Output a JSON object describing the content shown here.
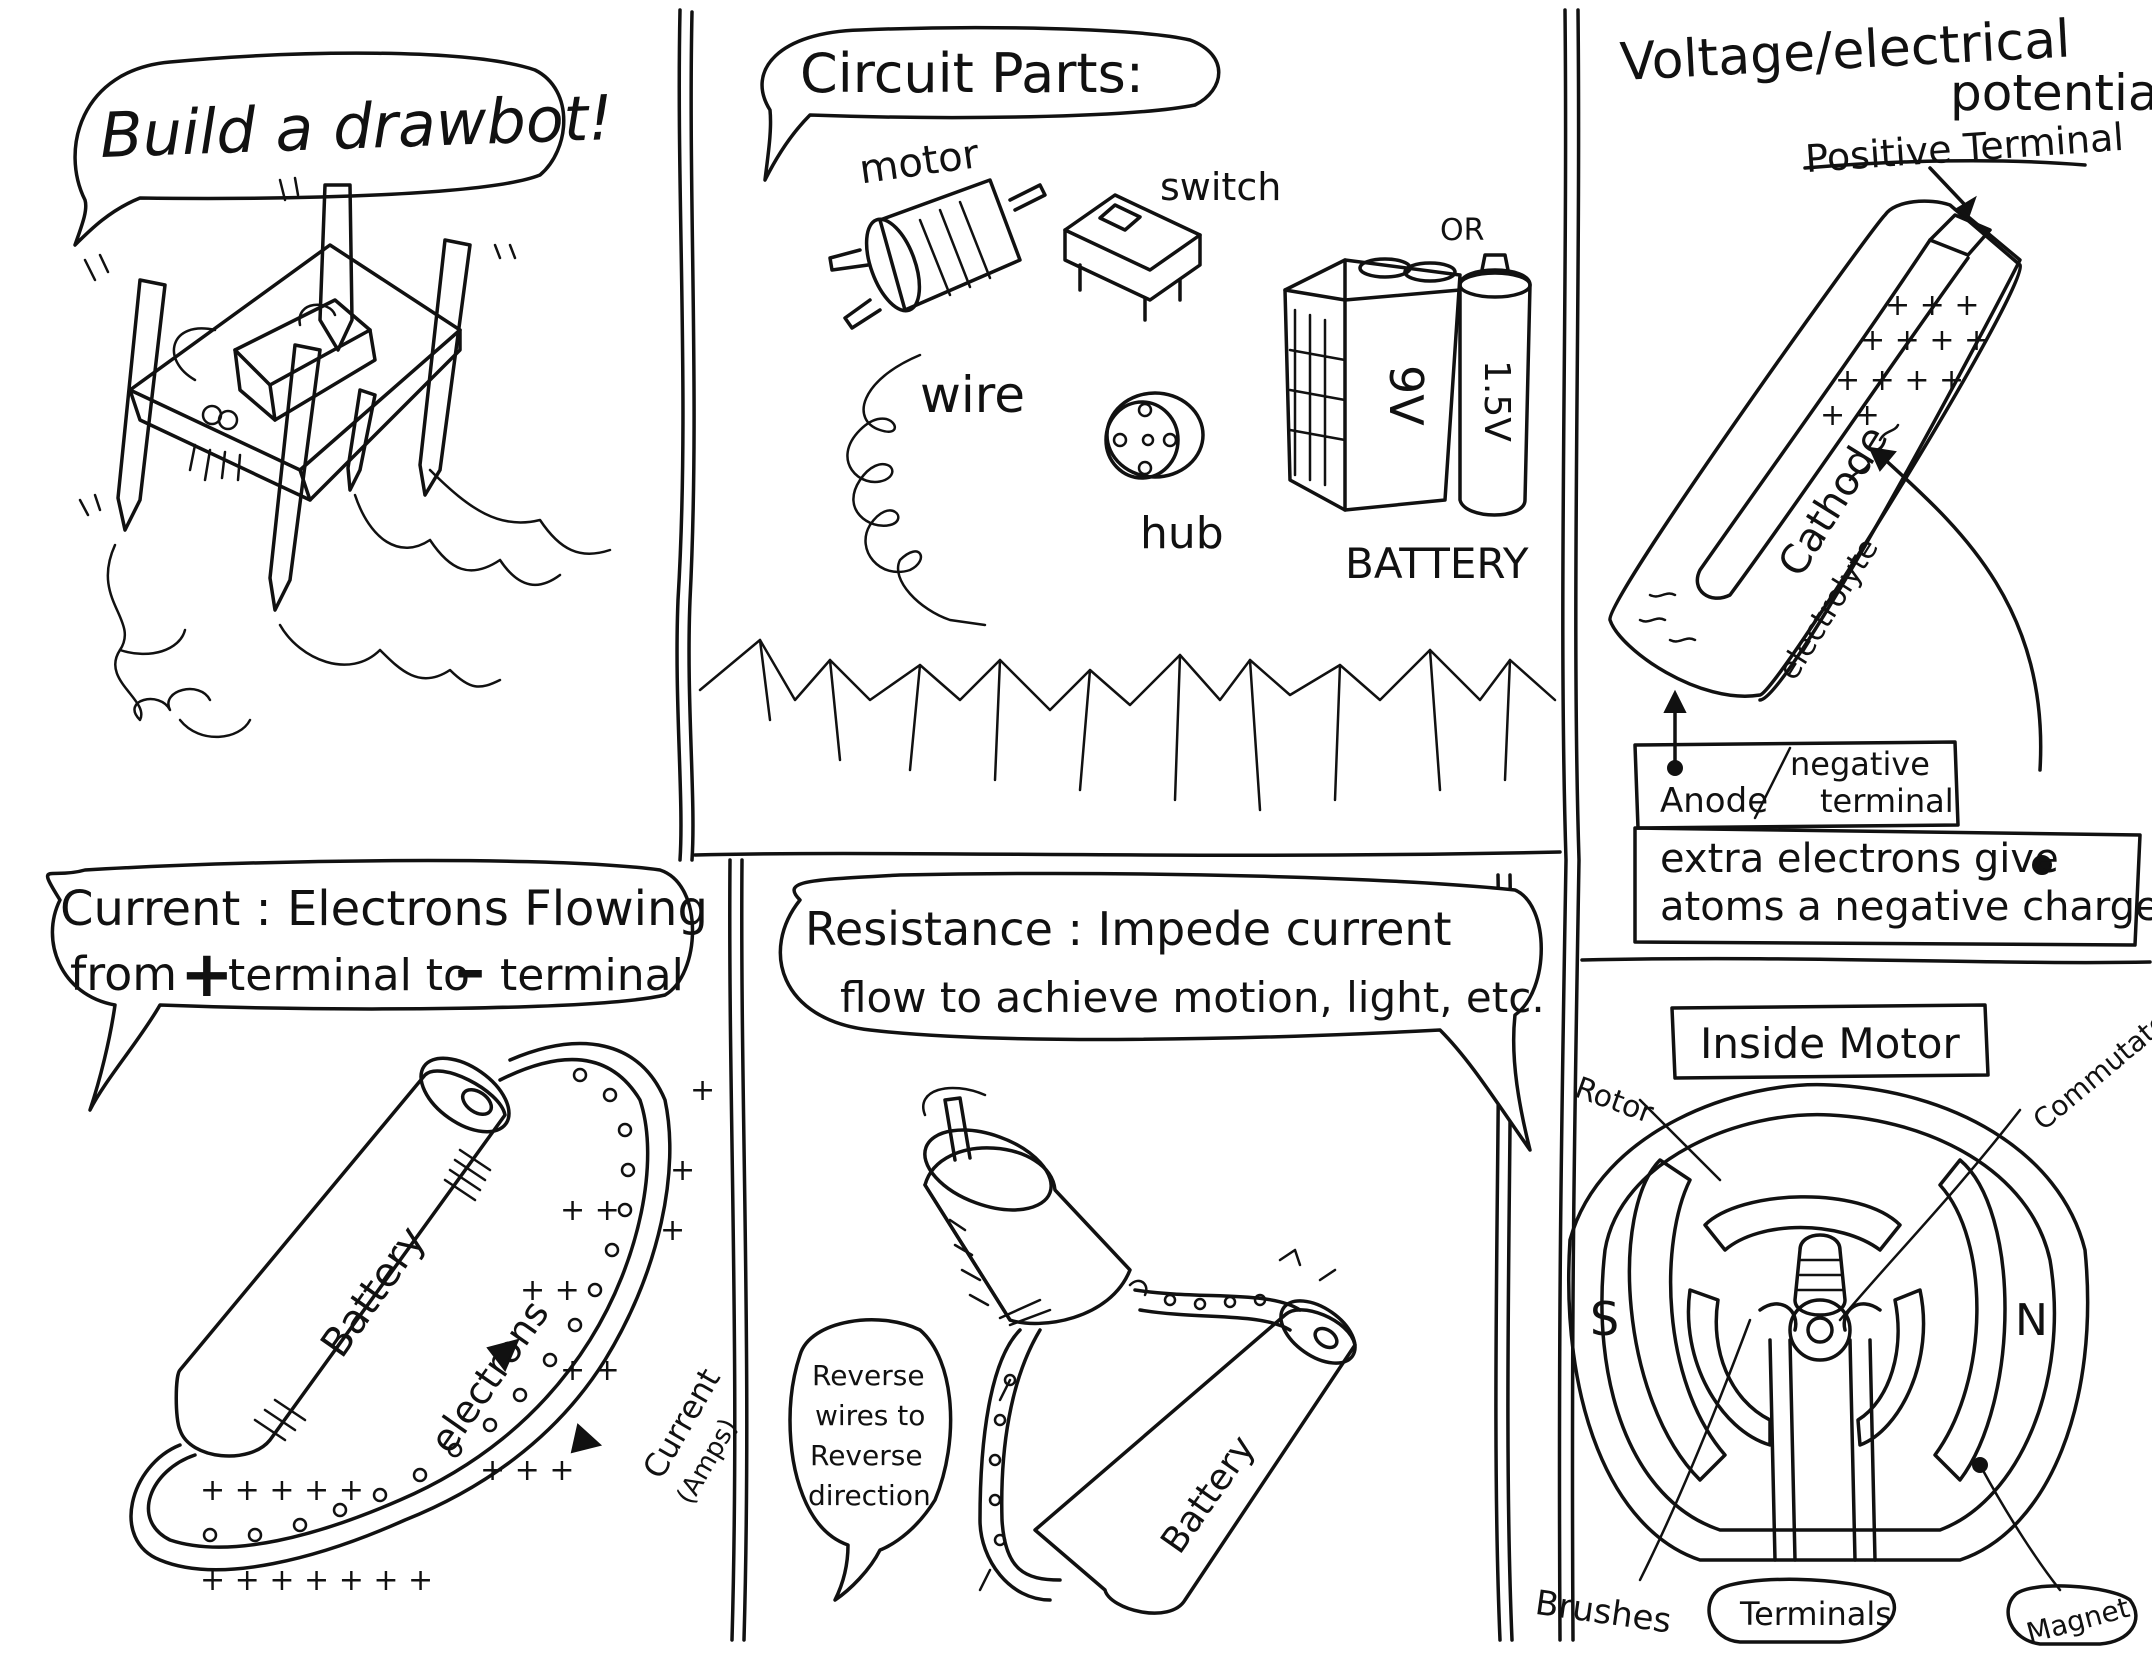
{
  "panels": {
    "drawbot": {
      "title": "Build a drawbot!"
    },
    "circuit_parts": {
      "title": "Circuit Parts:",
      "labels": {
        "motor": "motor",
        "switch": "switch",
        "or": "OR",
        "wire": "wire",
        "hub": "hub",
        "battery": "BATTERY",
        "nine_v": "9V",
        "one_five_v": "1.5V"
      }
    },
    "voltage": {
      "title_line1": "Voltage/electrical",
      "title_line2": "potential",
      "positive_terminal": "Positive Terminal",
      "cathode": "Cathode",
      "electrolyte": "electrolyte",
      "anode": "Anode",
      "negative_terminal_line1": "negative",
      "negative_terminal_line2": "terminal",
      "note_line1": "extra electrons give",
      "note_line2": "atoms a negative charge"
    },
    "current": {
      "title_line1": "Current : Electrons Flowing",
      "title_from": "from",
      "title_terminal_to": "terminal to",
      "title_terminal": "terminal",
      "battery": "Battery",
      "electrons": "electrons",
      "current_line1": "Current",
      "current_line2": "(Amps)"
    },
    "resistance": {
      "title_line1": "Resistance : Impede current",
      "title_line2": "flow to achieve motion, light, etc.",
      "battery": "Battery",
      "reverse_line1": "Reverse",
      "reverse_line2": "wires to",
      "reverse_line3": "Reverse",
      "reverse_line4": "direction"
    },
    "motor": {
      "title": "Inside Motor",
      "rotor": "Rotor",
      "commutator": "Commutator",
      "s": "S",
      "n": "N",
      "brushes": "Brushes",
      "terminals": "Terminals",
      "magnet": "Magnet"
    }
  }
}
